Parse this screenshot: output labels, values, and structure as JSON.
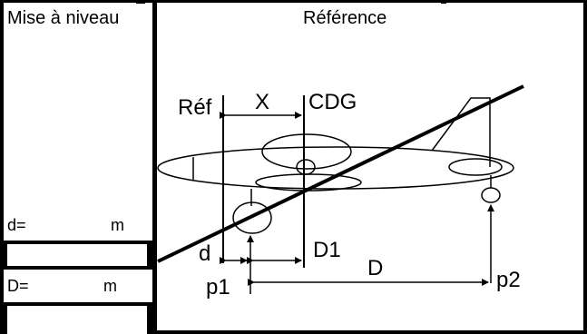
{
  "header": {
    "left_title": "Mise à niveau",
    "center_title": "Référence"
  },
  "inputs": {
    "small_d": {
      "label": "d=",
      "unit": "m",
      "value": ""
    },
    "big_d": {
      "label": "D=",
      "unit": "m",
      "value": ""
    }
  },
  "diagram": {
    "ref_label": "Réf",
    "x_label": "X",
    "cdg_label": "CDG",
    "d_label": "d",
    "d1_label": "D1",
    "big_d_label": "D",
    "p1_label": "p1",
    "p2_label": "p2"
  }
}
